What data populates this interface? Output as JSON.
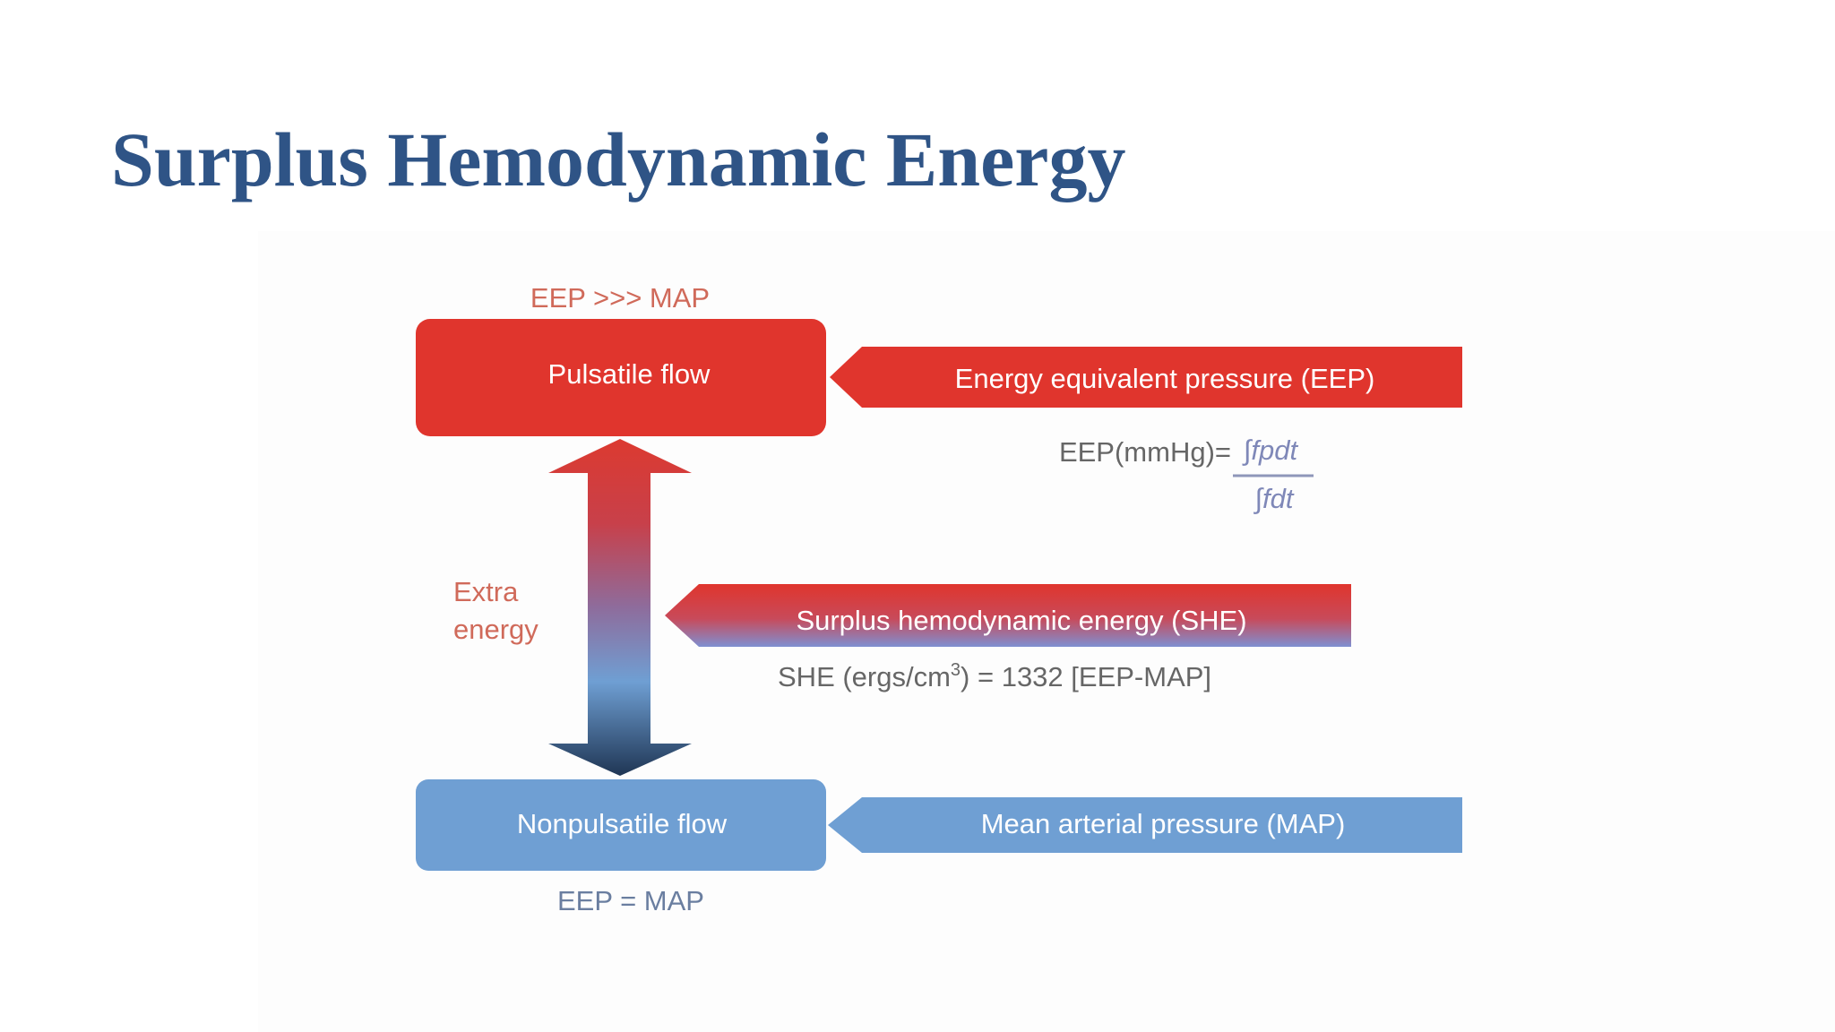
{
  "slide": {
    "title": "Surplus Hemodynamic Energy"
  },
  "diagram": {
    "top_label": "EEP >>> MAP",
    "pulsatile_label": "Pulsatile flow",
    "eep_arrow_label": "Energy equivalent pressure (EEP)",
    "eep_formula_lhs": "EEP(mmHg)=",
    "eep_formula_num": "∫fpdt",
    "eep_formula_den": "∫fdt",
    "extra_energy_line1": "Extra",
    "extra_energy_line2": "energy",
    "she_arrow_label": "Surplus hemodynamic energy (SHE)",
    "she_formula_part1": "SHE (ergs/cm",
    "she_formula_sup": "3",
    "she_formula_part2": ") = 1332 [EEP-MAP]",
    "nonpulsatile_label": "Nonpulsatile flow",
    "map_arrow_label": "Mean arterial pressure (MAP)",
    "bottom_label": "EEP = MAP",
    "colors": {
      "title": "#2f5486",
      "pulsatile_red": "#e0352d",
      "nonpulsatile_blue": "#6f9fd3",
      "arrow_dark_blue": "#1f3654",
      "label_red_text": "#d06a5a",
      "label_blue_text": "#6a7ea0"
    }
  }
}
